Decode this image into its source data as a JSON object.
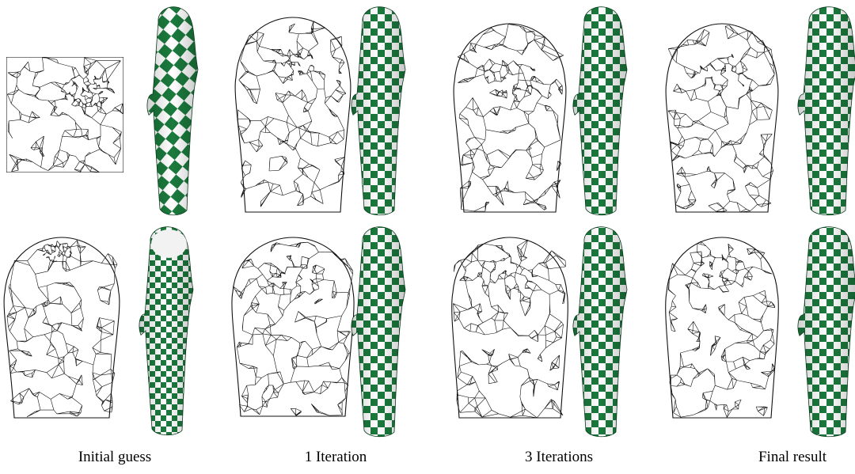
{
  "figure": {
    "stages": [
      {
        "label": "Initial guess"
      },
      {
        "label": "1 Iteration"
      },
      {
        "label": "3 Iterations"
      },
      {
        "label": "Final result"
      }
    ],
    "rows": 2,
    "colors": {
      "mesh_line": "#111111",
      "checker_green": "#1b7a3d",
      "checker_light": "#ffffff",
      "shade": "#0d4f25",
      "background": "#ffffff"
    }
  }
}
